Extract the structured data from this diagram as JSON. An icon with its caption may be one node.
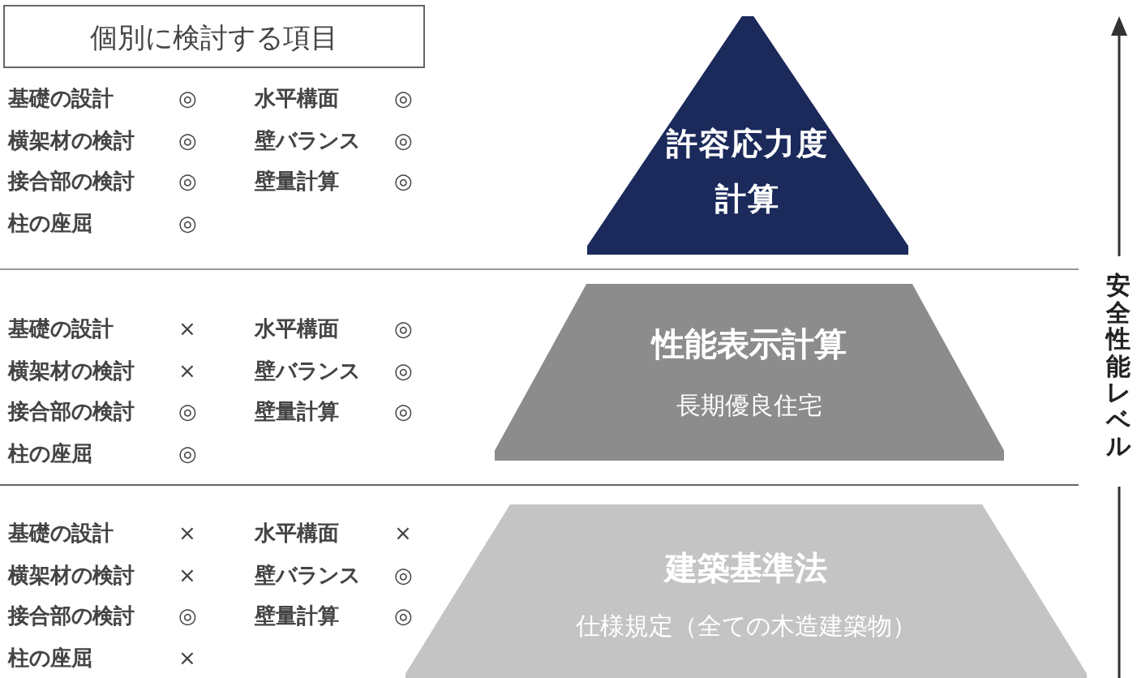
{
  "diagram": {
    "nodes": [
      {
        "text": [
          "個別に検討する項目"
        ]
      },
      {
        "text": [
          "許容応力度計算"
        ]
      },
      {
        "text": [
          "性能表示計算",
          "長期優良住宅"
        ]
      },
      {
        "text": [
          "建築基準法",
          "仕様規定（全ての木造建築物）"
        ]
      }
    ],
    "labels": [
      "基礎の設計",
      "◎",
      "水平構面",
      "◎",
      "横架材の検討",
      "◎",
      "壁バランス",
      "◎",
      "接合部の検討",
      "◎",
      "壁量計算",
      "◎",
      "柱の座屈",
      "◎",
      "基礎の設計",
      "×",
      "水平構面",
      "◎",
      "横架材の検討",
      "×",
      "壁バランス",
      "◎",
      "接合部の検討",
      "◎",
      "壁量計算",
      "◎",
      "柱の座屈",
      "◎",
      "基礎の設計",
      "×",
      "水平構面",
      "×",
      "横架材の検討",
      "×",
      "壁バランス",
      "◎",
      "接合部の検討",
      "◎",
      "壁量計算",
      "◎",
      "柱の座屈",
      "×",
      "安全性能レベル"
    ]
  }
}
